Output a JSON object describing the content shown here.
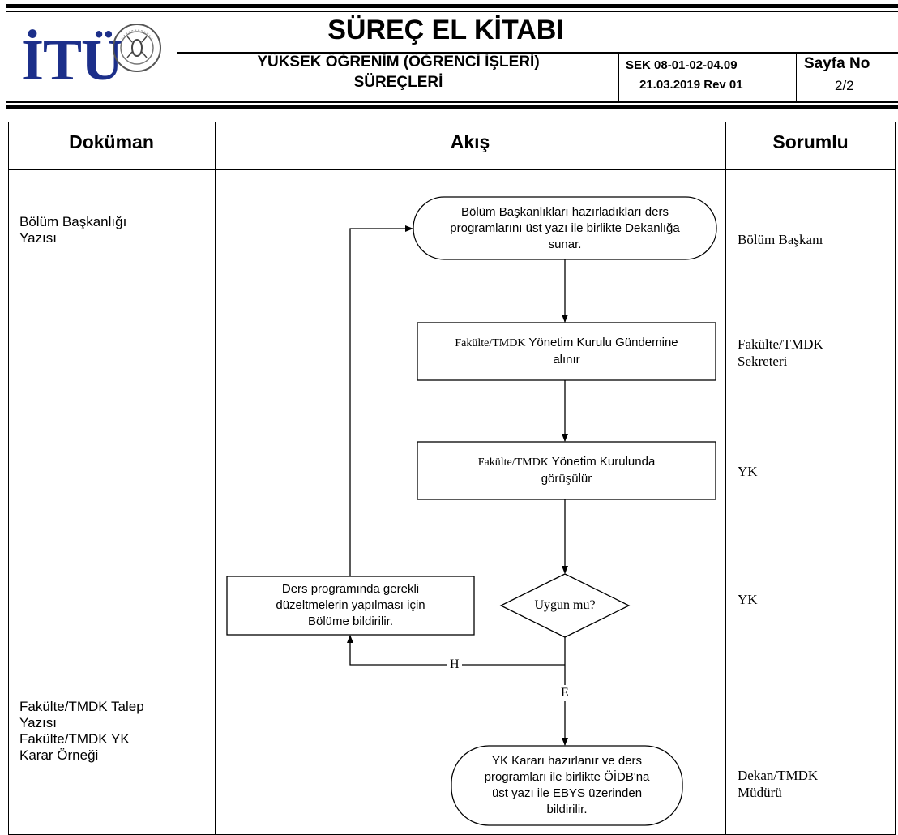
{
  "header": {
    "logo_text": "İTÜ",
    "title": "SÜREÇ EL KİTABI",
    "subtitle_line1": "YÜKSEK ÖĞRENİM (ÖĞRENCİ İŞLERİ)",
    "subtitle_line2": "SÜREÇLERİ",
    "doc_code": "SEK 08-01-02-04.09",
    "doc_date": "21.03.2019 Rev 01",
    "page_label": "Sayfa No",
    "page_value": "2/2"
  },
  "columns": {
    "document": "Doküman",
    "flow": "Akış",
    "responsible": "Sorumlu"
  },
  "documents": {
    "doc1_line1": "Bölüm Başkanlığı",
    "doc1_line2": "Yazısı",
    "doc2_line1": "Fakülte/TMDK Talep",
    "doc2_line2": "Yazısı",
    "doc2_line3": "Fakülte/TMDK YK",
    "doc2_line4": "Karar Örneği"
  },
  "responsible": {
    "r1": "Bölüm Başkanı",
    "r2_line1": "Fakülte/TMDK",
    "r2_line2": "Sekreteri",
    "r3": "YK",
    "r4": "YK",
    "r5_line1": "Dekan/TMDK",
    "r5_line2": "Müdürü"
  },
  "flow": {
    "start_line1": "Bölüm Başkanlıkları hazırladıkları ders",
    "start_line2": "programlarını üst yazı ile birlikte Dekanlığa",
    "start_line3": "sunar.",
    "step1_prefix": "Fakülte/TMDK",
    "step1_line1": " Yönetim Kurulu Gündemine",
    "step1_line2": "alınır",
    "step2_prefix": "Fakülte/TMDK",
    "step2_line1": " Yönetim Kurulunda",
    "step2_line2": "görüşülür",
    "decision": "Uygun mu?",
    "correction_line1": "Ders programında gerekli",
    "correction_line2": "düzeltmelerin yapılması için",
    "correction_line3": "Bölüme bildirilir.",
    "no_label": "H",
    "yes_label": "E",
    "end_line1": "YK Kararı hazırlanır ve ders",
    "end_line2": "programları ile birlikte ÖİDB'na",
    "end_line3": "üst yazı ile EBYS üzerinden",
    "end_line4": "bildirilir."
  }
}
